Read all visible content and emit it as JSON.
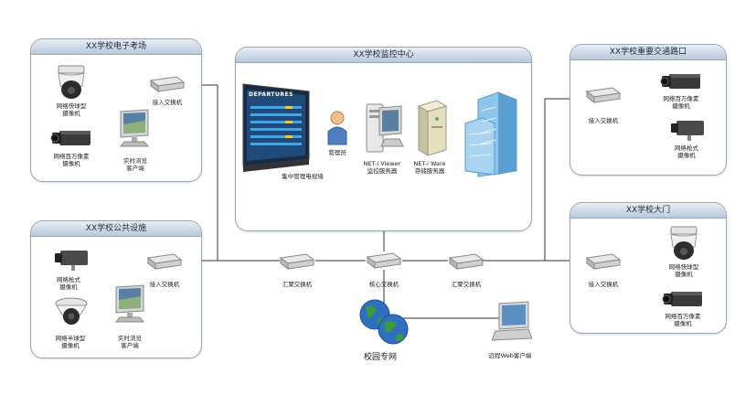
{
  "panels": {
    "exam": "XX学校电子考场",
    "monitor": "XX学校监控中心",
    "traffic": "XX学校重要交通路口",
    "public": "XX学校公共设施",
    "gate": "XX学校大门"
  },
  "labels": {
    "exam_speed_dome": [
      "网络快球型",
      "摄像机"
    ],
    "exam_megapixel": [
      "网络百万像素",
      "摄像机"
    ],
    "exam_client": [
      "实时浏览",
      "客户端"
    ],
    "exam_switch": "接入交换机",
    "admin": "管理员",
    "viewer_server": [
      "NET-i Viewer",
      "监控服务器"
    ],
    "ware_server": [
      "NET-i Ware",
      "存储服务器"
    ],
    "video_wall": "集中管理电视墙",
    "traffic_megapixel": [
      "网络百万像素",
      "摄像机"
    ],
    "traffic_box": [
      "网络枪式",
      "摄像机"
    ],
    "traffic_switch": "接入交换机",
    "public_box": [
      "网络枪式",
      "摄像机"
    ],
    "public_dome": [
      "网络半球型",
      "摄像机"
    ],
    "public_client": [
      "实时浏览",
      "客户端"
    ],
    "public_switch": "接入交换机",
    "agg_switch_left": "汇聚交换机",
    "core_switch": "核心交换机",
    "agg_switch_right": "汇聚交换机",
    "gate_switch": "接入交换机",
    "gate_speed_dome": [
      "网络快球型",
      "摄像机"
    ],
    "gate_megapixel": [
      "网络百万像素",
      "摄像机"
    ],
    "campus_net": "校园专网",
    "web_client": "远程Web客户端",
    "departures": "DEPARTURES"
  },
  "colors": {
    "wire": "#333333",
    "panel_border": "#9aa7b6",
    "switch_body": "#d8d8d8",
    "globe_blue": "#2f6fbf",
    "globe_green": "#3c9a3c"
  }
}
